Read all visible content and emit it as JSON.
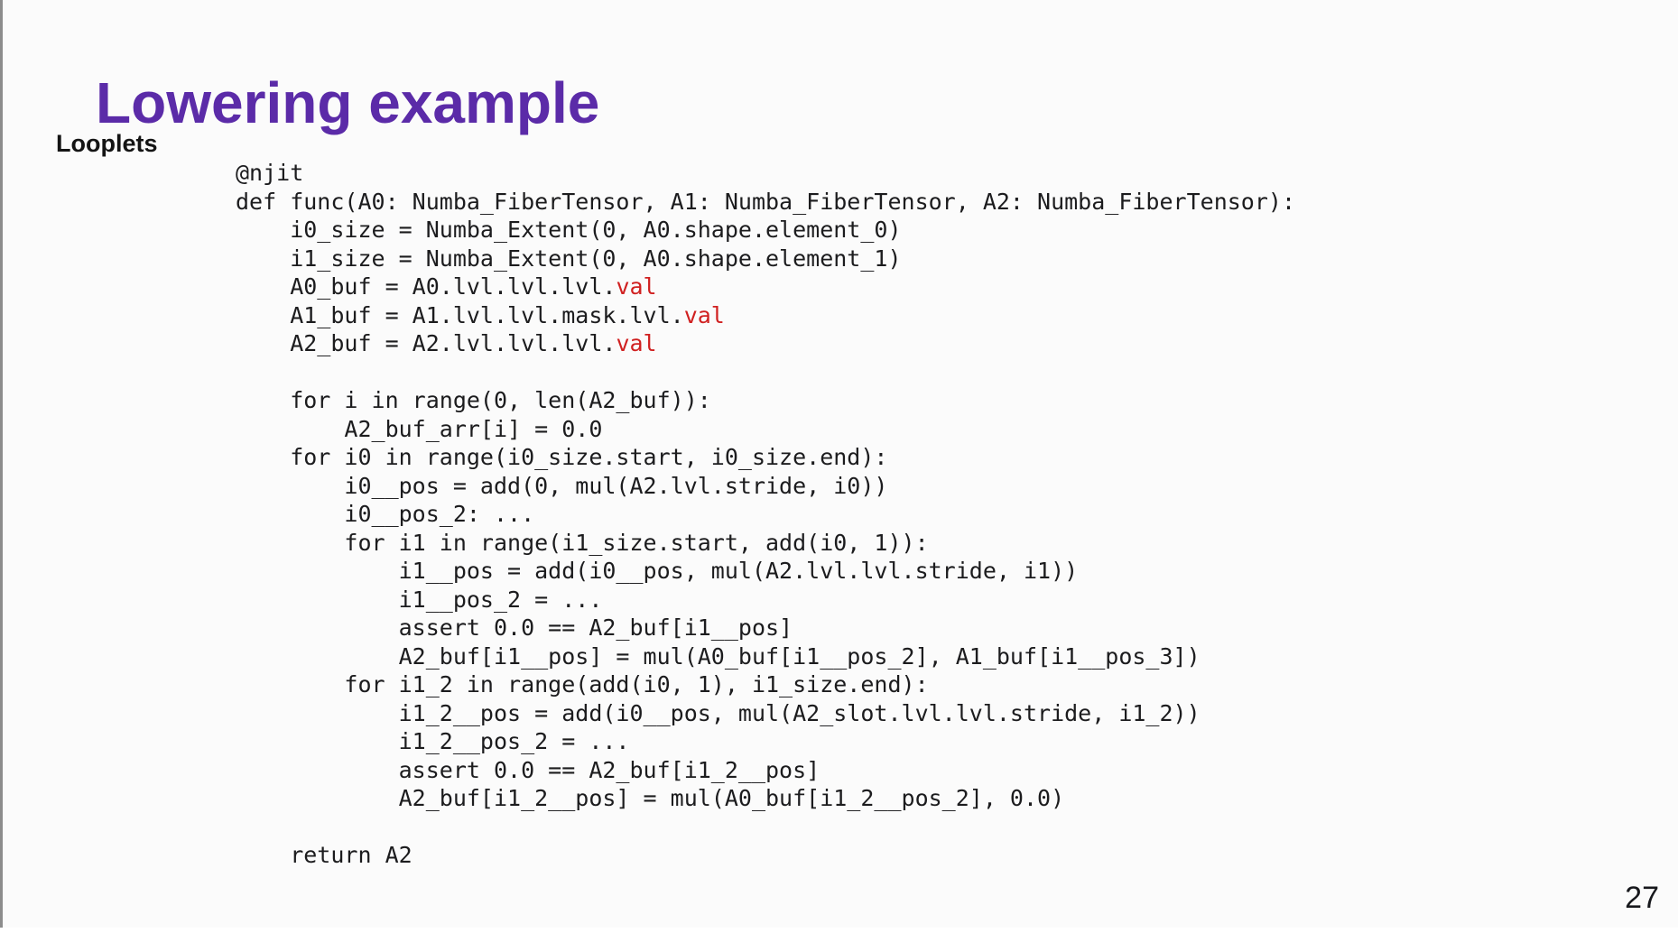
{
  "slide": {
    "title": "Lowering example",
    "section_label": "Looplets",
    "page_number": "27"
  },
  "colors": {
    "title": "#5b2ba8",
    "code_text": "#1c1c1e",
    "code_highlight": "#d02020",
    "left_bar": "#8c8c8c",
    "background": "#fbfbfb"
  },
  "code": {
    "lines": [
      {
        "segments": [
          {
            "text": "@njit"
          }
        ]
      },
      {
        "segments": [
          {
            "text": "def func(A0: Numba_FiberTensor, A1: Numba_FiberTensor, A2: Numba_FiberTensor):"
          }
        ]
      },
      {
        "segments": [
          {
            "text": "    i0_size = Numba_Extent(0, A0.shape.element_0)"
          }
        ]
      },
      {
        "segments": [
          {
            "text": "    i1_size = Numba_Extent(0, A0.shape.element_1)"
          }
        ]
      },
      {
        "segments": [
          {
            "text": "    A0_buf = A0.lvl.lvl.lvl."
          },
          {
            "text": "val",
            "highlight": true
          }
        ]
      },
      {
        "segments": [
          {
            "text": "    A1_buf = A1.lvl.lvl.mask.lvl."
          },
          {
            "text": "val",
            "highlight": true
          }
        ]
      },
      {
        "segments": [
          {
            "text": "    A2_buf = A2.lvl.lvl.lvl."
          },
          {
            "text": "val",
            "highlight": true
          }
        ]
      },
      {
        "segments": []
      },
      {
        "segments": [
          {
            "text": "    for i in range(0, len(A2_buf)):"
          }
        ]
      },
      {
        "segments": [
          {
            "text": "        A2_buf_arr[i] = 0.0"
          }
        ]
      },
      {
        "segments": [
          {
            "text": "    for i0 in range(i0_size.start, i0_size.end):"
          }
        ]
      },
      {
        "segments": [
          {
            "text": "        i0__pos = add(0, mul(A2.lvl.stride, i0))"
          }
        ]
      },
      {
        "segments": [
          {
            "text": "        i0__pos_2: ..."
          }
        ]
      },
      {
        "segments": [
          {
            "text": "        for i1 in range(i1_size.start, add(i0, 1)):"
          }
        ]
      },
      {
        "segments": [
          {
            "text": "            i1__pos = add(i0__pos, mul(A2.lvl.lvl.stride, i1))"
          }
        ]
      },
      {
        "segments": [
          {
            "text": "            i1__pos_2 = ..."
          }
        ]
      },
      {
        "segments": [
          {
            "text": "            assert 0.0 == A2_buf[i1__pos]"
          }
        ]
      },
      {
        "segments": [
          {
            "text": "            A2_buf[i1__pos] = mul(A0_buf[i1__pos_2], A1_buf[i1__pos_3])"
          }
        ]
      },
      {
        "segments": [
          {
            "text": "        for i1_2 in range(add(i0, 1), i1_size.end):"
          }
        ]
      },
      {
        "segments": [
          {
            "text": "            i1_2__pos = add(i0__pos, mul(A2_slot.lvl.lvl.stride, i1_2))"
          }
        ]
      },
      {
        "segments": [
          {
            "text": "            i1_2__pos_2 = ..."
          }
        ]
      },
      {
        "segments": [
          {
            "text": "            assert 0.0 == A2_buf[i1_2__pos]"
          }
        ]
      },
      {
        "segments": [
          {
            "text": "            A2_buf[i1_2__pos] = mul(A0_buf[i1_2__pos_2], 0.0)"
          }
        ]
      },
      {
        "segments": []
      },
      {
        "segments": [
          {
            "text": "    return A2"
          }
        ]
      }
    ]
  }
}
